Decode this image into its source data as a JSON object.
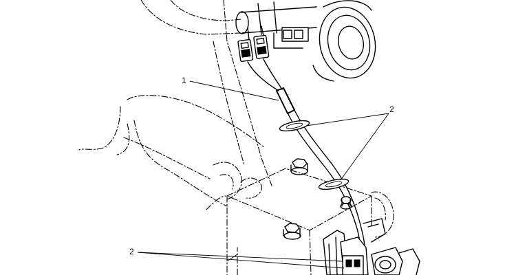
{
  "callouts": {
    "item_1": "1",
    "item_2_upper": "2",
    "item_2_lower": "2"
  }
}
